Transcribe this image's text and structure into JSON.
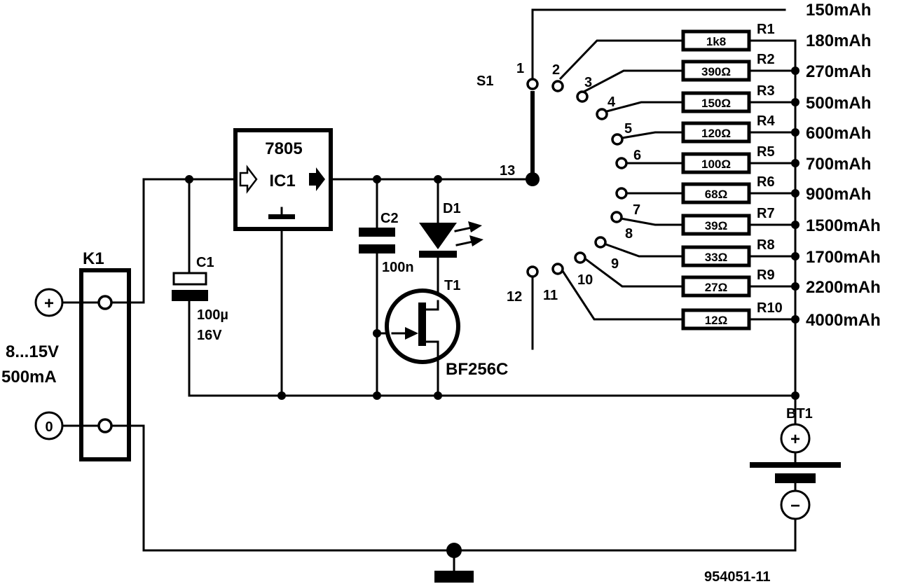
{
  "regulator": {
    "ref": "IC1",
    "type": "7805"
  },
  "connector": {
    "ref": "K1",
    "plus": "+",
    "zero": "0",
    "voltage": "8...15V",
    "current": "500mA"
  },
  "c1": {
    "ref": "C1",
    "value": "100µ",
    "voltage": "16V"
  },
  "c2": {
    "ref": "C2",
    "value": "100n"
  },
  "d1": {
    "ref": "D1"
  },
  "t1": {
    "ref": "T1",
    "type": "BF256C"
  },
  "battery": {
    "ref": "BT1",
    "plus": "+",
    "minus": "−"
  },
  "switch": {
    "ref": "S1",
    "common": "13",
    "positions": [
      "1",
      "2",
      "3",
      "4",
      "5",
      "6",
      "7",
      "8",
      "9",
      "10",
      "11",
      "12"
    ]
  },
  "resistors": [
    {
      "ref": "R1",
      "value": "1k8"
    },
    {
      "ref": "R2",
      "value": "390Ω"
    },
    {
      "ref": "R3",
      "value": "150Ω"
    },
    {
      "ref": "R4",
      "value": "120Ω"
    },
    {
      "ref": "R5",
      "value": "100Ω"
    },
    {
      "ref": "R6",
      "value": "68Ω"
    },
    {
      "ref": "R7",
      "value": "39Ω"
    },
    {
      "ref": "R8",
      "value": "33Ω"
    },
    {
      "ref": "R9",
      "value": "27Ω"
    },
    {
      "ref": "R10",
      "value": "12Ω"
    }
  ],
  "capacities": [
    "150mAh",
    "180mAh",
    "270mAh",
    "500mAh",
    "600mAh",
    "700mAh",
    "900mAh",
    "1500mAh",
    "1700mAh",
    "2200mAh",
    "4000mAh"
  ],
  "figure_code": "954051-11"
}
